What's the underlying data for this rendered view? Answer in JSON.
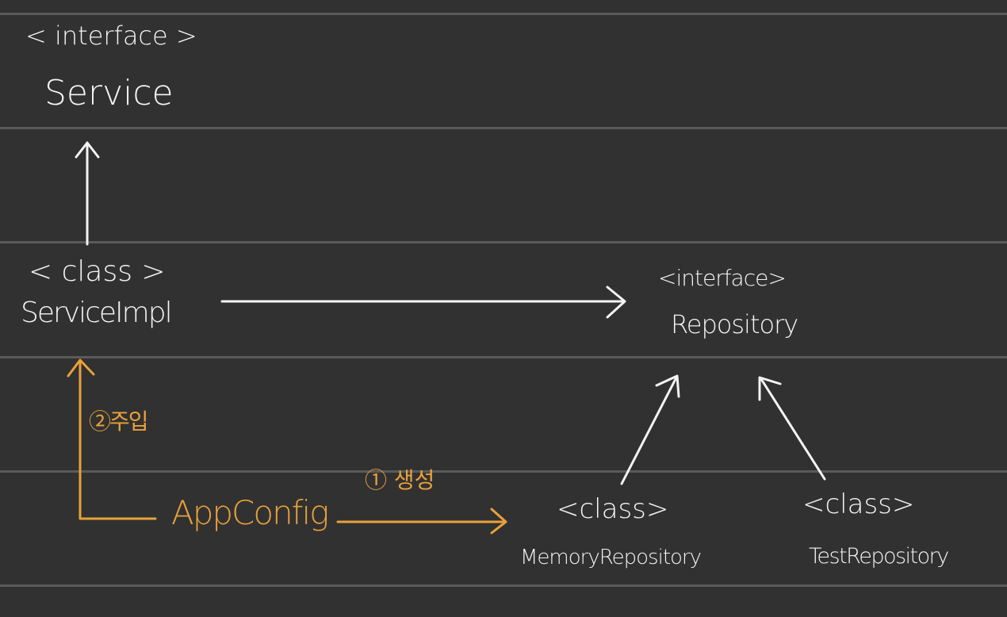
{
  "nodes": {
    "service": {
      "stereotype": "< interface >",
      "name": "Service"
    },
    "service_impl": {
      "stereotype": "< class >",
      "name": "ServiceImpl"
    },
    "repository": {
      "stereotype": "<interface>",
      "name": "Repository"
    },
    "memory_repository": {
      "stereotype": "<class>",
      "name": "MemoryRepository"
    },
    "test_repository": {
      "stereotype": "<class>",
      "name": "TestRepository"
    },
    "app_config": {
      "name": "AppConfig"
    }
  },
  "edges": {
    "inject": {
      "label": "②주입"
    },
    "create": {
      "label": "① 생성"
    }
  },
  "colors": {
    "background": "#313131",
    "ruled_lines": "#5a5a5a",
    "ink": "#f4f4f4",
    "highlight": "#e9a13b"
  }
}
